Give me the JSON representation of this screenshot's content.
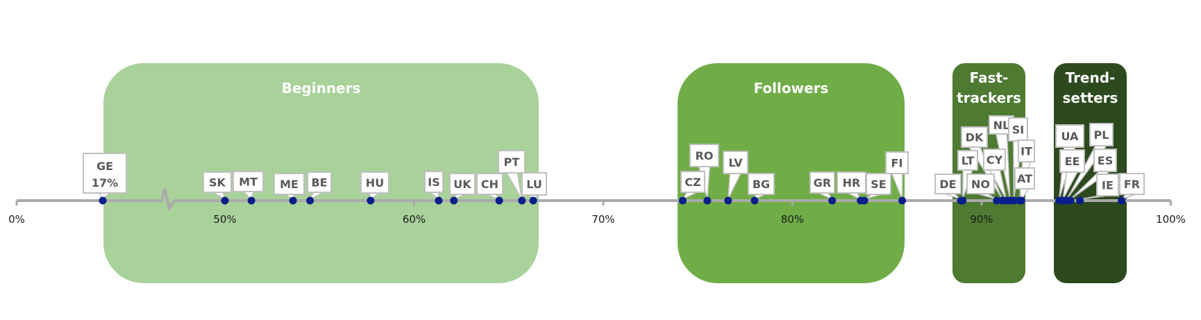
{
  "chart_data": {
    "type": "scatter",
    "title": "",
    "xlabel": "",
    "ylabel": "",
    "x_axis": {
      "ticks": [
        "0%",
        "50%",
        "60%",
        "70%",
        "80%",
        "90%",
        "100%"
      ],
      "tick_values": [
        0,
        50,
        60,
        70,
        80,
        90,
        100
      ],
      "range": [
        0,
        100
      ],
      "axis_break": {
        "from": 17,
        "to": 50
      }
    },
    "groups": [
      {
        "name": "Beginners",
        "range": [
          17,
          66.5
        ],
        "color": "#A9D19A"
      },
      {
        "name": "Followers",
        "range": [
          74,
          86
        ],
        "color": "#70AD47"
      },
      {
        "name": "Fast-\ntrackers",
        "range": [
          88.5,
          92.5
        ],
        "color": "#4E7A32"
      },
      {
        "name": "Trend-\nsetters",
        "range": [
          94,
          97.8
        ],
        "color": "#2D4A1E"
      }
    ],
    "points": [
      {
        "label": "GE",
        "value": 17,
        "value_label": "17%"
      },
      {
        "label": "SK",
        "value": 50.0
      },
      {
        "label": "MT",
        "value": 51.4
      },
      {
        "label": "ME",
        "value": 53.6
      },
      {
        "label": "BE",
        "value": 54.5
      },
      {
        "label": "HU",
        "value": 57.7
      },
      {
        "label": "IS",
        "value": 61.3
      },
      {
        "label": "UK",
        "value": 62.1
      },
      {
        "label": "CH",
        "value": 64.5
      },
      {
        "label": "PT",
        "value": 65.7
      },
      {
        "label": "LU",
        "value": 66.3
      },
      {
        "label": "CZ",
        "value": 74.2
      },
      {
        "label": "RO",
        "value": 75.5
      },
      {
        "label": "LV",
        "value": 76.6
      },
      {
        "label": "BG",
        "value": 78.0
      },
      {
        "label": "GR",
        "value": 82.1
      },
      {
        "label": "HR",
        "value": 83.6
      },
      {
        "label": "SE",
        "value": 83.8
      },
      {
        "label": "FI",
        "value": 85.8
      },
      {
        "label": "DE",
        "value": 88.9
      },
      {
        "label": "LT",
        "value": 89.0
      },
      {
        "label": "NO",
        "value": 90.8
      },
      {
        "label": "DK",
        "value": 91.1
      },
      {
        "label": "CY",
        "value": 91.3
      },
      {
        "label": "NL",
        "value": 91.5
      },
      {
        "label": "SI",
        "value": 91.7
      },
      {
        "label": "IT",
        "value": 92.0
      },
      {
        "label": "AT",
        "value": 92.1
      },
      {
        "label": "UA",
        "value": 94.1
      },
      {
        "label": "EE",
        "value": 94.3
      },
      {
        "label": "PL",
        "value": 94.5
      },
      {
        "label": "ES",
        "value": 94.7
      },
      {
        "label": "IE",
        "value": 95.2
      },
      {
        "label": "FR",
        "value": 97.4
      }
    ],
    "colors": {
      "axis": "#AAAAAA",
      "marker": "#0A1F8A",
      "callout_border": "#BFBFBF",
      "callout_fill": "#FFFFFF",
      "callout_text": "#595959"
    },
    "grid": false,
    "legend": "none"
  }
}
